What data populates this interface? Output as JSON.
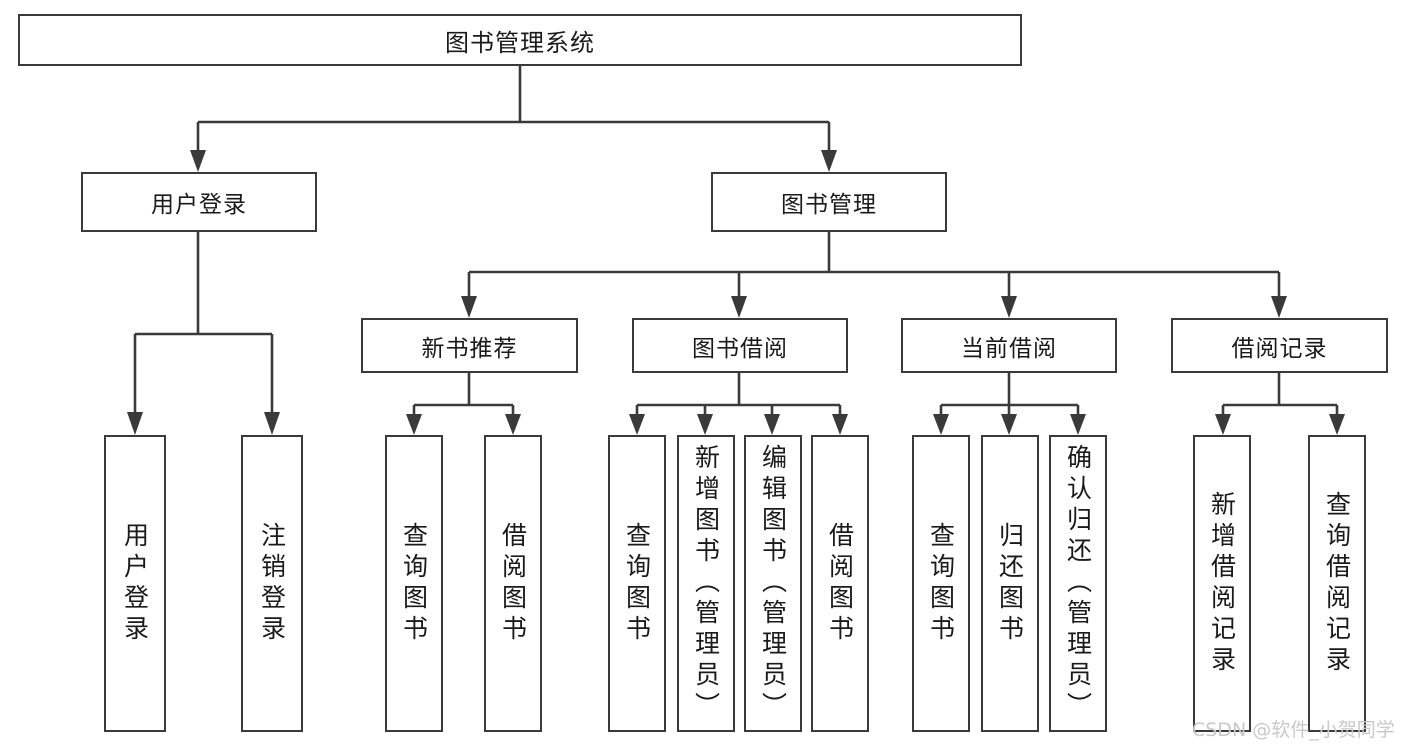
{
  "diagram": {
    "type": "tree",
    "title": "图书管理系统",
    "orientation": "top-down",
    "watermark": "CSDN @软件_小贺同学",
    "colors": {
      "stroke": "#3a3a3a",
      "node_fill": "#ffffff",
      "text": "#1a1a1a",
      "watermark": "#c9c9c9",
      "background": "#ffffff"
    },
    "nodes": {
      "root": {
        "label": "图书管理系统",
        "level": 1
      },
      "level2": [
        {
          "id": "user-login",
          "label": "用户登录"
        },
        {
          "id": "book-manage",
          "label": "图书管理"
        }
      ],
      "level3": [
        {
          "id": "new-book-recommend",
          "label": "新书推荐",
          "parent": "book-manage"
        },
        {
          "id": "book-borrow",
          "label": "图书借阅",
          "parent": "book-manage"
        },
        {
          "id": "current-borrow",
          "label": "当前借阅",
          "parent": "book-manage"
        },
        {
          "id": "borrow-record",
          "label": "借阅记录",
          "parent": "book-manage"
        }
      ],
      "leaves": [
        {
          "id": "leaf-user-login",
          "label": "用户登录",
          "parent": "user-login"
        },
        {
          "id": "leaf-logout-login",
          "label": "注销登录",
          "parent": "user-login"
        },
        {
          "id": "leaf-query-book-1",
          "label": "查询图书",
          "parent": "new-book-recommend"
        },
        {
          "id": "leaf-borrow-book-1",
          "label": "借阅图书",
          "parent": "new-book-recommend"
        },
        {
          "id": "leaf-query-book-2",
          "label": "查询图书",
          "parent": "book-borrow"
        },
        {
          "id": "leaf-add-book",
          "label": "新增图书（管理员）",
          "parent": "book-borrow"
        },
        {
          "id": "leaf-edit-book",
          "label": "编辑图书（管理员）",
          "parent": "book-borrow"
        },
        {
          "id": "leaf-borrow-book-2",
          "label": "借阅图书",
          "parent": "book-borrow"
        },
        {
          "id": "leaf-query-book-3",
          "label": "查询图书",
          "parent": "current-borrow"
        },
        {
          "id": "leaf-return-book",
          "label": "归还图书",
          "parent": "current-borrow"
        },
        {
          "id": "leaf-confirm-return",
          "label": "确认归还（管理员）",
          "parent": "current-borrow"
        },
        {
          "id": "leaf-add-record",
          "label": "新增借阅记录",
          "parent": "borrow-record"
        },
        {
          "id": "leaf-query-record",
          "label": "查询借阅记录",
          "parent": "borrow-record"
        }
      ]
    }
  }
}
